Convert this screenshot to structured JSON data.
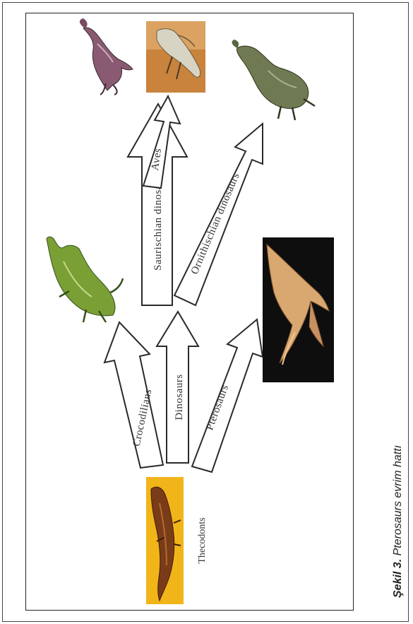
{
  "figure": {
    "arrow_labels": {
      "crocodilians": "Crocodilians",
      "dinosaurs": "Dinosaurs",
      "pterosaurs": "Pterosaurs",
      "saurischian": "Saurischian dinosaurs",
      "aves": "Aves",
      "ornithischian": "Ornithischian dinosaurs"
    },
    "root_label": "Thecodonts"
  },
  "caption": {
    "prefix": "Şekil 3.",
    "text": " Pterosaurs evrim hattı"
  },
  "colors": {
    "thecodont_bg": "#f2b519",
    "pterosaur_bg": "#0e0e0e",
    "aves_bg": "#c9833d",
    "crocodile": "#7aa035",
    "ornithischian": "#6f7a52",
    "saurischian": "#8a5a72"
  }
}
